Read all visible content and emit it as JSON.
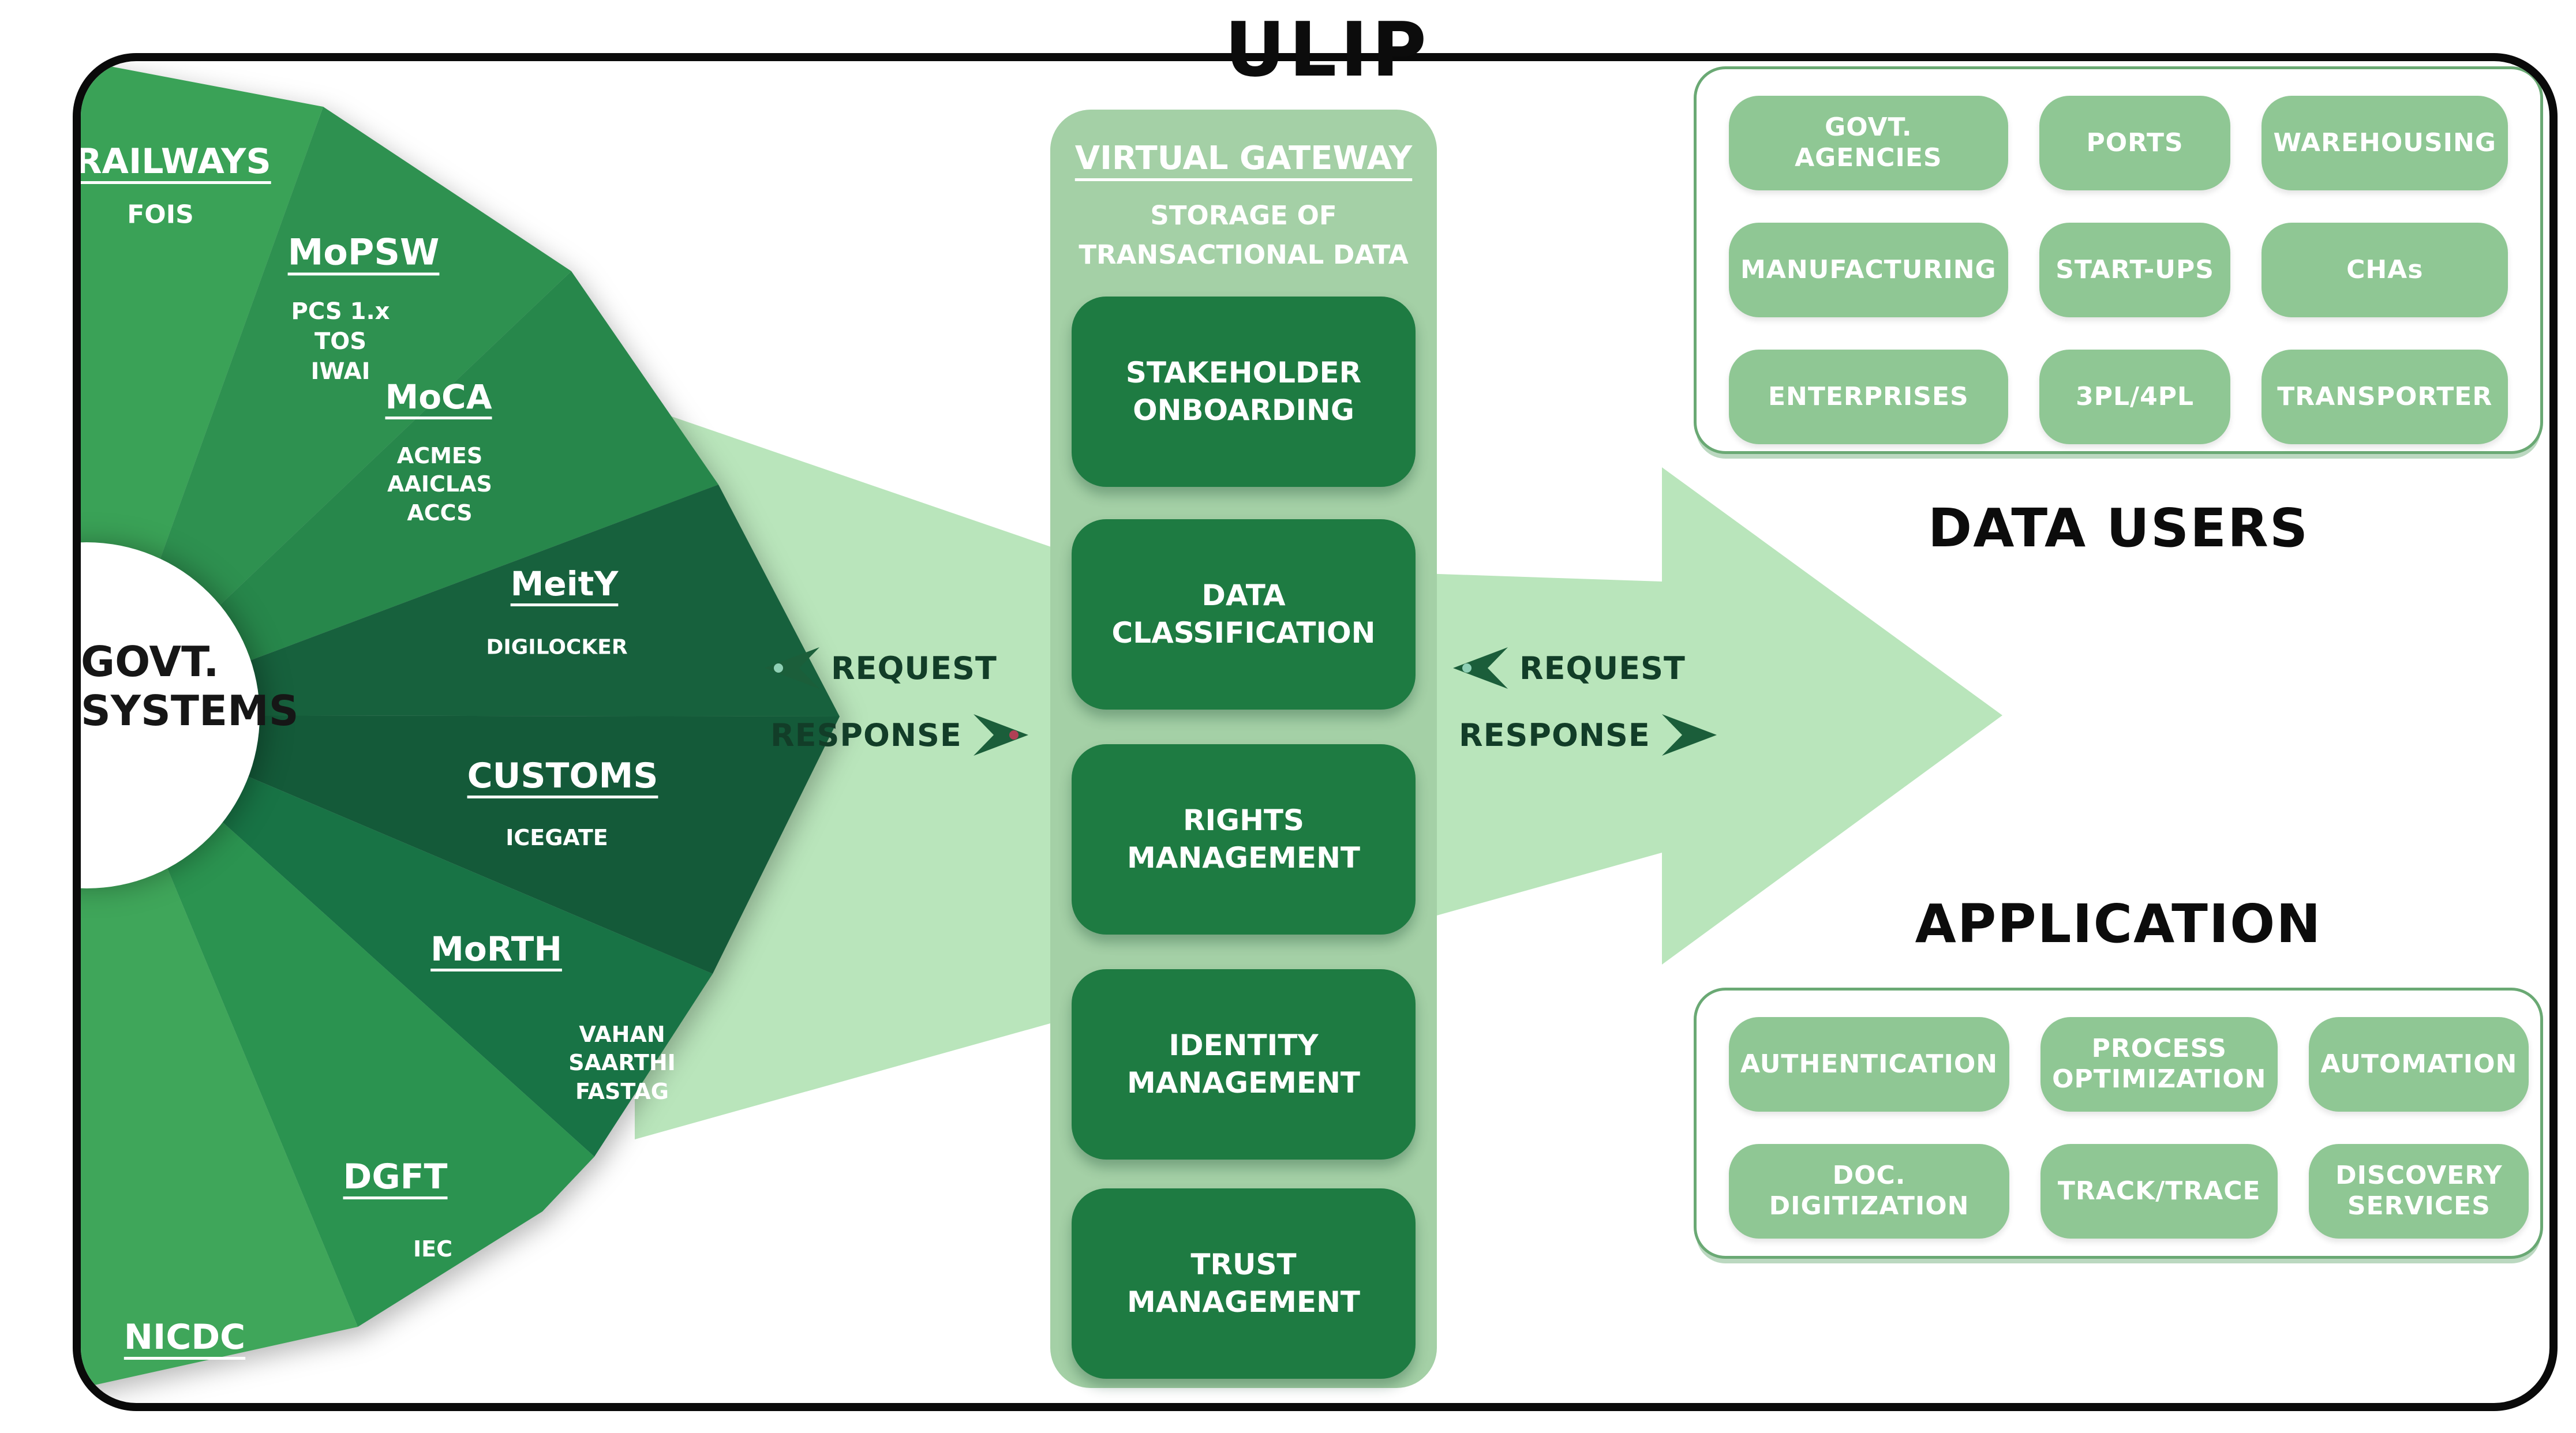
{
  "title": "ULIP",
  "colors": {
    "ink": "#0c0c0c",
    "frame": "#0a0a0a",
    "seg_railways": "#3aa257",
    "seg_mopsw": "#2e9150",
    "seg_moca": "#27874b",
    "seg_meity": "#17613d",
    "seg_customs": "#145a39",
    "seg_morth": "#187345",
    "seg_dgft": "#2b9350",
    "seg_nicdc": "#3fa65a",
    "arrow_green": "#b9e5bb",
    "gateway_panel": "#a4d0a6",
    "gateway_box": "#1e7b42",
    "pill": "#8fc794",
    "panel_border": "#6aa974",
    "flow_ink": "#123d28",
    "flow_arrow": "#1b5e3a",
    "dot_teal": "#8fd0b5",
    "dot_red": "#b04055"
  },
  "hub": {
    "label": "GOVT.\nSYSTEMS"
  },
  "fan": {
    "segments": [
      {
        "name": "RAILWAYS",
        "sub": "FOIS"
      },
      {
        "name": "MoPSW",
        "sub": "PCS 1.x\nTOS\nIWAI"
      },
      {
        "name": "MoCA",
        "sub": "ACMES\nAAICLAS\nACCS"
      },
      {
        "name": "MeitY",
        "sub": "DIGILOCKER"
      },
      {
        "name": "CUSTOMS",
        "sub": "ICEGATE"
      },
      {
        "name": "MoRTH",
        "sub": "VAHAN\nSAARTHI\nFASTAG"
      },
      {
        "name": "DGFT",
        "sub": "IEC"
      },
      {
        "name": "NICDC",
        "sub": ""
      }
    ]
  },
  "gateway": {
    "title": "VIRTUAL GATEWAY",
    "subtitle": "STORAGE OF\nTRANSACTIONAL DATA",
    "boxes": [
      "STAKEHOLDER\nONBOARDING",
      "DATA\nCLASSIFICATION",
      "RIGHTS\nMANAGEMENT",
      "IDENTITY\nMANAGEMENT",
      "TRUST\nMANAGEMENT"
    ]
  },
  "flows": {
    "left": {
      "request": "REQUEST",
      "response": "RESPONSE"
    },
    "right": {
      "request": "REQUEST",
      "response": "RESPONSE"
    }
  },
  "data_users": {
    "heading": "DATA USERS",
    "pills": [
      "GOVT.\nAGENCIES",
      "PORTS",
      "WAREHOUSING",
      "MANUFACTURING",
      "START-UPS",
      "CHAs",
      "ENTERPRISES",
      "3PL/4PL",
      "TRANSPORTER"
    ]
  },
  "application": {
    "heading": "APPLICATION",
    "pills": [
      "AUTHENTICATION",
      "PROCESS\nOPTIMIZATION",
      "AUTOMATION",
      "DOC.\nDIGITIZATION",
      "TRACK/TRACE",
      "DISCOVERY\nSERVICES"
    ]
  }
}
